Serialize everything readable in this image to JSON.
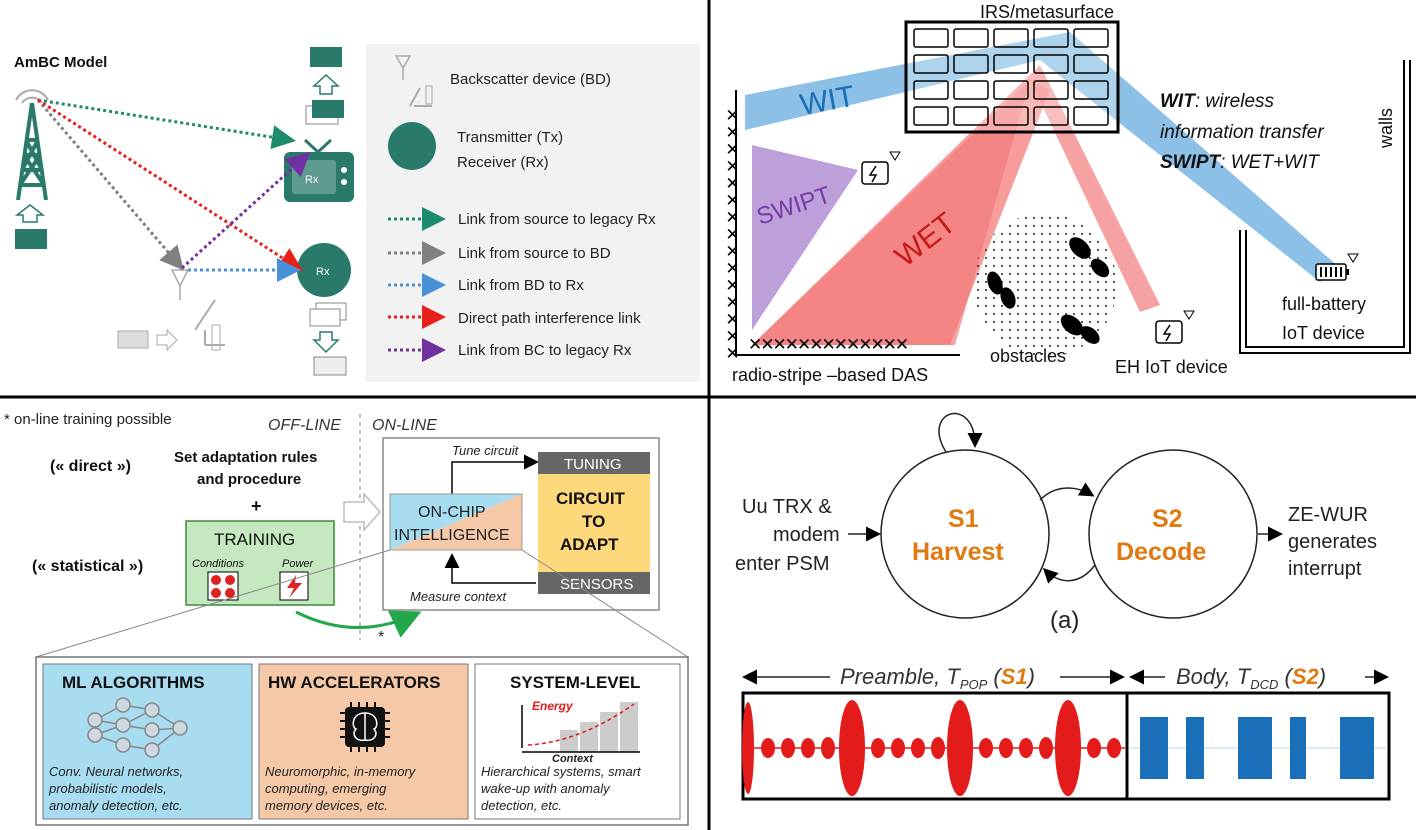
{
  "colors": {
    "teal": "#2a7a6b",
    "link_source_legacy": "#1e8a6e",
    "link_source_bd": "#808080",
    "link_bd_rx": "#4a90d9",
    "link_direct": "#e8201c",
    "link_bc_legacy": "#7030a0",
    "wit_beam": "#6fb0e0",
    "wet_beam": "#f47a7a",
    "swipt_beam": "#9a6cc4",
    "orange": "#e07a10",
    "training_green": "#c5e8c0",
    "ml_blue": "#a8dcf0",
    "hw_orange": "#f5c9a8",
    "circuit_yellow": "#fcd87a",
    "red_signal": "#e31b1b",
    "blue_signal": "#1a6fb8"
  },
  "ambc": {
    "title": "AmBC Model",
    "rx_label_tv": "Rx",
    "rx_label_circle": "Rx",
    "legend": {
      "bd": "Backscatter device (BD)",
      "tx": "Transmitter (Tx)",
      "rx": "Receiver (Rx)",
      "links": [
        "Link from source to legacy Rx",
        "Link from source to BD",
        "Link from BD to Rx",
        "Direct path interference link",
        "Link from BC to legacy Rx"
      ]
    }
  },
  "irs": {
    "title": "IRS/metasurface",
    "wit": "WIT",
    "wet": "WET",
    "swipt": "SWIPT",
    "def_wit_key": "WIT",
    "def_wit_text": ": wireless",
    "def_wit_text2": "information transfer",
    "def_swipt_key": "SWIPT",
    "def_swipt_text": ": WET+WIT",
    "walls": "walls",
    "das": "radio-stripe –based DAS",
    "obstacles": "obstacles",
    "eh_device": "EH IoT device",
    "full_battery_1": "full-battery",
    "full_battery_2": "IoT device"
  },
  "adapt": {
    "note": "* on-line training possible",
    "offline": "OFF-LINE",
    "online": "ON-LINE",
    "direct": "(« direct »)",
    "statistical": "(« statistical »)",
    "rules1": "Set adaptation rules",
    "rules2": "and procedure",
    "plus": "+",
    "training": "TRAINING",
    "conditions": "Conditions",
    "power": "Power",
    "tune": "Tune circuit",
    "tuning": "TUNING",
    "onchip1": "ON-CHIP",
    "onchip2": "INTELLIGENCE",
    "circuit1": "CIRCUIT",
    "circuit2": "TO",
    "circuit3": "ADAPT",
    "sensors": "SENSORS",
    "measure": "Measure context",
    "star": "*",
    "ml_title": "ML ALGORITHMS",
    "ml_text1": "Conv. Neural networks,",
    "ml_text2": "probabilistic models,",
    "ml_text3": "anomaly detection, etc.",
    "hw_title": "HW ACCELERATORS",
    "hw_text1": "Neuromorphic, in-memory",
    "hw_text2": "computing, emerging",
    "hw_text3": "memory devices, etc.",
    "sys_title": "SYSTEM-LEVEL",
    "sys_energy": "Energy",
    "sys_context": "Context",
    "sys_text1": "Hierarchical systems, smart",
    "sys_text2": "wake-up with anomaly",
    "sys_text3": "detection, etc."
  },
  "wur": {
    "left1": "Uu TRX &",
    "left2": "modem",
    "left3": "enter PSM",
    "s1a": "S1",
    "s1b": "Harvest",
    "s2a": "S2",
    "s2b": "Decode",
    "right1": "ZE-WUR",
    "right2": "generates",
    "right3": "interrupt",
    "caption": "(a)",
    "preamble": "Preamble, T",
    "preamble_sub": "POP",
    "preamble_s": "S1",
    "body": "Body, T",
    "body_sub": "DCD",
    "body_s": "S2"
  }
}
